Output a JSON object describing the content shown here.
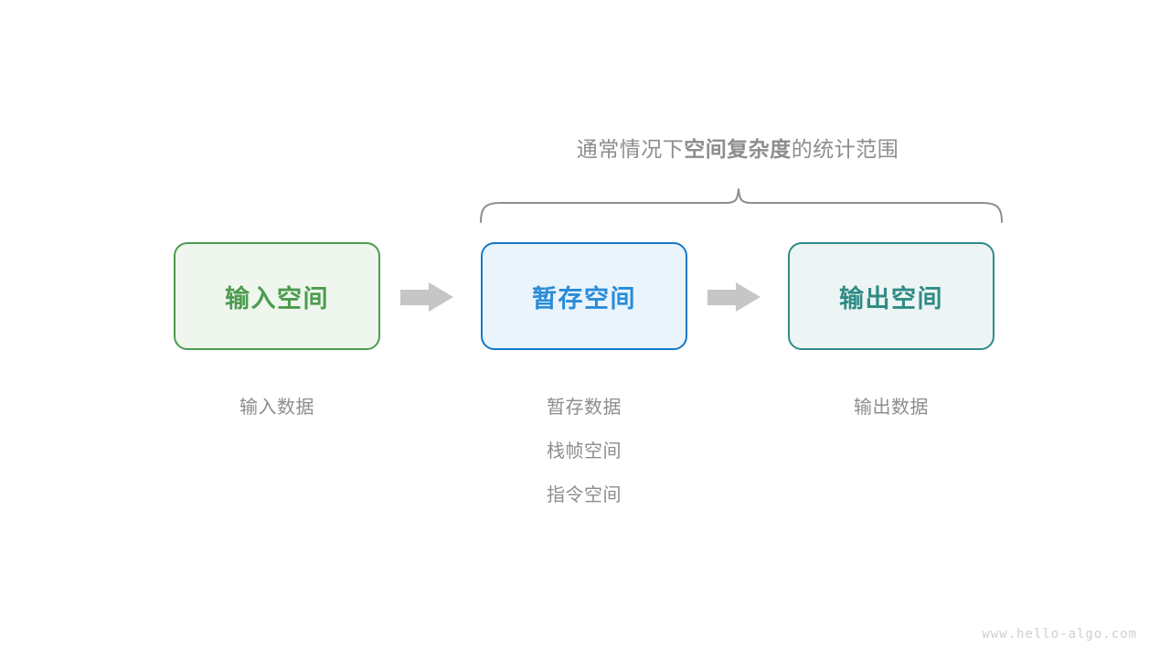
{
  "brace": {
    "caption_prefix": "通常情况下",
    "caption_emphasis": "空间复杂度",
    "caption_suffix": "的统计范围",
    "color": "#8d8d8d"
  },
  "flow": {
    "nodes": [
      {
        "key": "input",
        "label": "输入空间",
        "border_color": "#4c9c4f",
        "fill_color": "#eef6ed",
        "text_color": "#4c9c4f",
        "captions": [
          "输入数据"
        ]
      },
      {
        "key": "temp",
        "label": "暂存空间",
        "border_color": "#1478c8",
        "fill_color": "#e9f4fc",
        "text_color": "#2a8cd8",
        "captions": [
          "暂存数据",
          "栈帧空间",
          "指令空间"
        ]
      },
      {
        "key": "output",
        "label": "输出空间",
        "border_color": "#2f8b85",
        "fill_color": "#ecf5f3",
        "text_color": "#2f8b85",
        "captions": [
          "输出数据"
        ]
      }
    ],
    "arrows": [
      {
        "key": "input-to-temp",
        "icon": "right-arrow-icon",
        "color": "#c6c6c6"
      },
      {
        "key": "temp-to-output",
        "icon": "right-arrow-icon",
        "color": "#c6c6c6"
      }
    ]
  },
  "watermark": {
    "text": "www.hello-algo.com",
    "color": "#cfcfcf"
  }
}
